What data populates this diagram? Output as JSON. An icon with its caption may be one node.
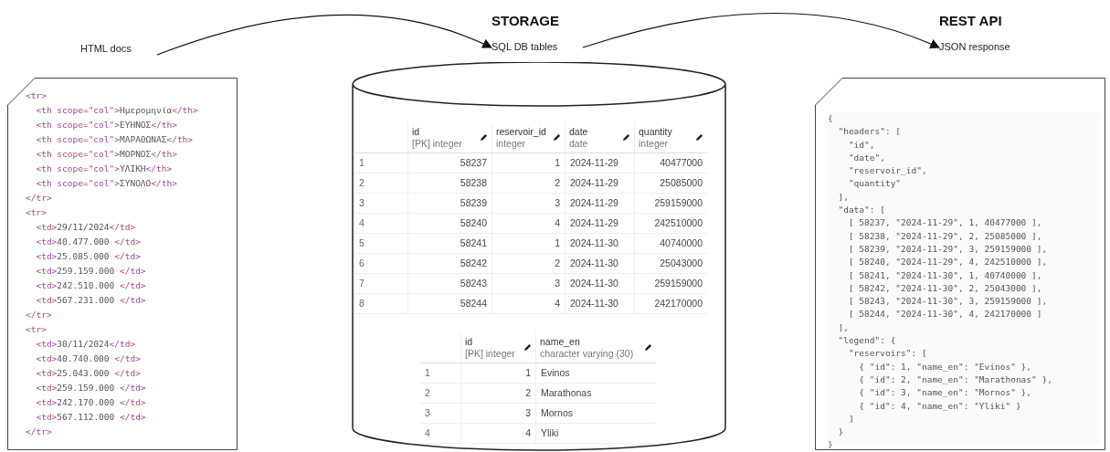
{
  "diagram": {
    "nodes": [
      {
        "text": [
          "HTML docs"
        ]
      },
      {
        "text": [
          "STORAGE",
          "SQL DB tables"
        ]
      },
      {
        "text": [
          "REST API",
          "JSON response"
        ]
      },
      {
        "text": [
          "<tr>",
          "  <th scope=\"col\">Ημερομηνία</th>",
          "  <th scope=\"col\">ΕΥΗΝΟΣ</th>",
          "  <th scope=\"col\">ΜΑΡΑΘΩΝΑΣ</th>",
          "  <th scope=\"col\">ΜΟΡΝΟΣ</th>",
          "  <th scope=\"col\">ΥΛΙΚΗ</th>",
          "  <th scope=\"col\">ΣΥΝΟΛΟ</th>",
          "</tr>",
          "<tr>",
          "  <td>29/11/2024</td>",
          "  <td>40.477.000 </td>",
          "  <td>25.085.000 </td>",
          "  <td>259.159.000 </td>",
          "  <td>242.510.000 </td>",
          "  <td>567.231.000 </td>",
          "</tr>",
          "<tr>",
          "  <td>30/11/2024</td>",
          "  <td>40.740.000 </td>",
          "  <td>25.043.000 </td>",
          "  <td>259.159.000 </td>",
          "  <td>242.170.000 </td>",
          "  <td>567.112.000 </td>",
          "</tr>"
        ]
      },
      {
        "text": [],
        "shape": "cylinder"
      },
      {
        "text": [
          "{",
          "  \"headers\": [",
          "    \"id\",",
          "    \"date\",",
          "    \"reservoir_id\",",
          "    \"quantity\"",
          "  ],",
          "  \"data\": [",
          "    [ 58237, \"2024-11-29\", 1, 40477000 ],",
          "    [ 58238, \"2024-11-29\", 2, 25085000 ],",
          "    [ 58239, \"2024-11-29\", 3, 259159000 ],",
          "    [ 58240, \"2024-11-29\", 4, 242510000 ],",
          "    [ 58241, \"2024-11-30\", 1, 40740000 ],",
          "    [ 58242, \"2024-11-30\", 2, 25043000 ],",
          "    [ 58243, \"2024-11-30\", 3, 259159000 ],",
          "    [ 58244, \"2024-11-30\", 4, 242170000 ]",
          "  ],",
          "  \"legend\": {",
          "    \"reservoirs\": [",
          "      { \"id\": 1, \"name_en\": \"Evinos\" },",
          "      { \"id\": 2, \"name_en\": \"Marathonas\" },",
          "      { \"id\": 3, \"name_en\": \"Mornos\" },",
          "      { \"id\": 4, \"name_en\": \"Yliki\" }",
          "    ]",
          "  }",
          "}"
        ]
      }
    ],
    "edges": [
      {
        "from": 0,
        "to": 1,
        "arrow": "to"
      },
      {
        "from": 1,
        "to": 2,
        "arrow": "to"
      }
    ],
    "labels": [
      "id",
      "[PK] integer",
      "reservoir_id",
      "integer",
      "date",
      "date",
      "quantity",
      "integer",
      "1",
      "58237",
      "1",
      "2024-11-29",
      "40477000",
      "2",
      "58238",
      "2",
      "2024-11-29",
      "25085000",
      "3",
      "58239",
      "3",
      "2024-11-29",
      "259159000",
      "4",
      "58240",
      "4",
      "2024-11-29",
      "242510000",
      "5",
      "58241",
      "1",
      "2024-11-30",
      "40740000",
      "6",
      "58242",
      "2",
      "2024-11-30",
      "25043000",
      "7",
      "58243",
      "3",
      "2024-11-30",
      "259159000",
      "8",
      "58244",
      "4",
      "2024-11-30",
      "242170000",
      "id",
      "[PK] integer",
      "name_en",
      "character varying (30)",
      "1",
      "1",
      "Evinos",
      "2",
      "2",
      "Marathonas",
      "3",
      "3",
      "Mornos",
      "4",
      "4",
      "Yliki"
    ]
  }
}
